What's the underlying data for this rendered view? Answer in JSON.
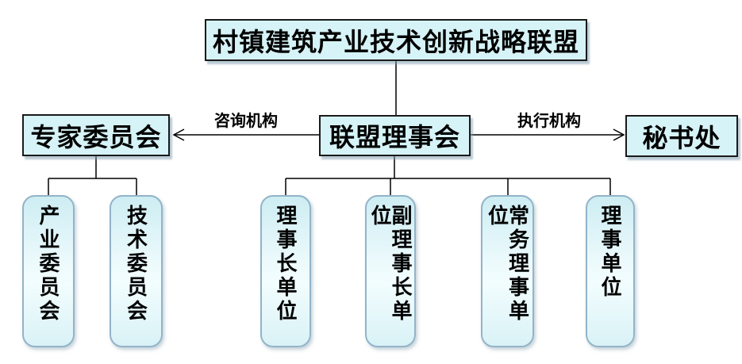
{
  "diagram": {
    "root": "村镇建筑产业技术创新战略联盟",
    "council": "联盟理事会",
    "expert_committee": "专家委员会",
    "secretariat": "秘书处",
    "left_arrow_label": "咨询机构",
    "right_arrow_label": "执行机构",
    "expert_children": [
      "产业委员会",
      "技术委员会"
    ],
    "council_children": [
      "理事长单位",
      "副理事长单位",
      "常务理事单位",
      "理事单位"
    ],
    "colors": {
      "box_fill": "#d6f3f7",
      "box_border": "#1a1a1a",
      "pill_border": "#92b4c8",
      "connector": "#000000"
    }
  }
}
